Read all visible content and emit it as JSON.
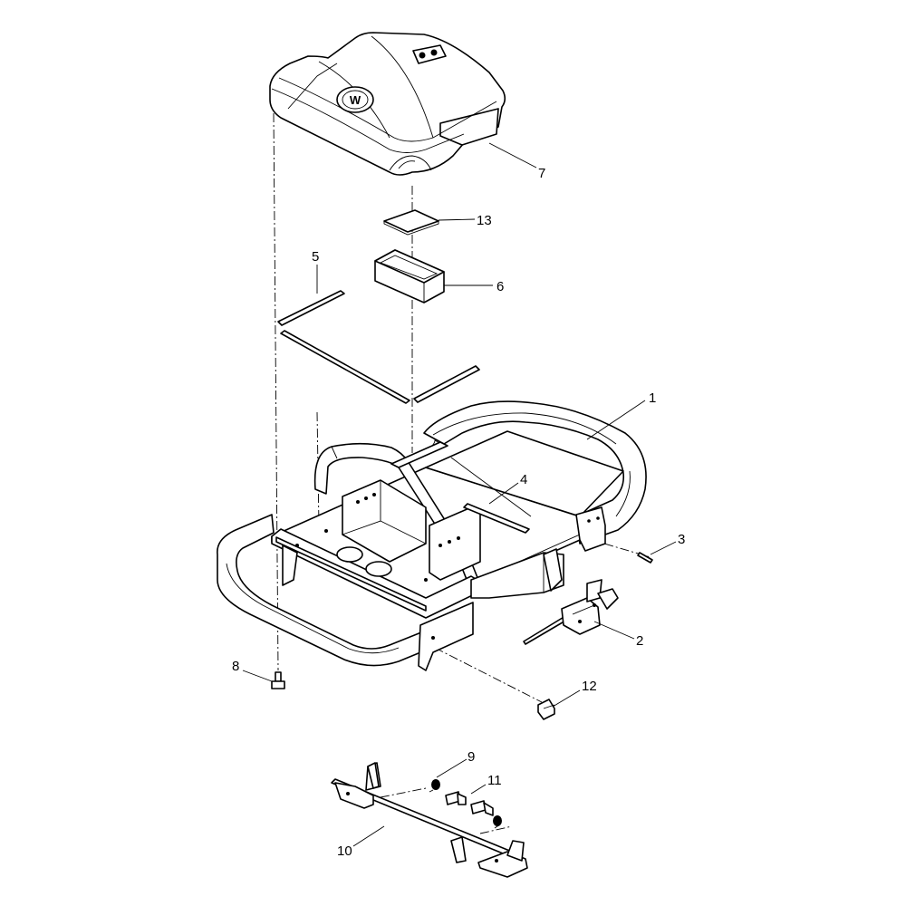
{
  "callouts": [
    {
      "id": "1",
      "text": "1"
    },
    {
      "id": "2",
      "text": "2"
    },
    {
      "id": "3",
      "text": "3"
    },
    {
      "id": "4",
      "text": "4"
    },
    {
      "id": "5",
      "text": "5"
    },
    {
      "id": "6",
      "text": "6"
    },
    {
      "id": "7",
      "text": "7"
    },
    {
      "id": "8",
      "text": "8"
    },
    {
      "id": "9",
      "text": "9"
    },
    {
      "id": "10",
      "text": "10"
    },
    {
      "id": "11",
      "text": "11"
    },
    {
      "id": "12",
      "text": "12"
    },
    {
      "id": "13",
      "text": "13"
    }
  ],
  "colors": {
    "line": "#000000",
    "background": "#ffffff"
  },
  "logo_glyph": "W"
}
